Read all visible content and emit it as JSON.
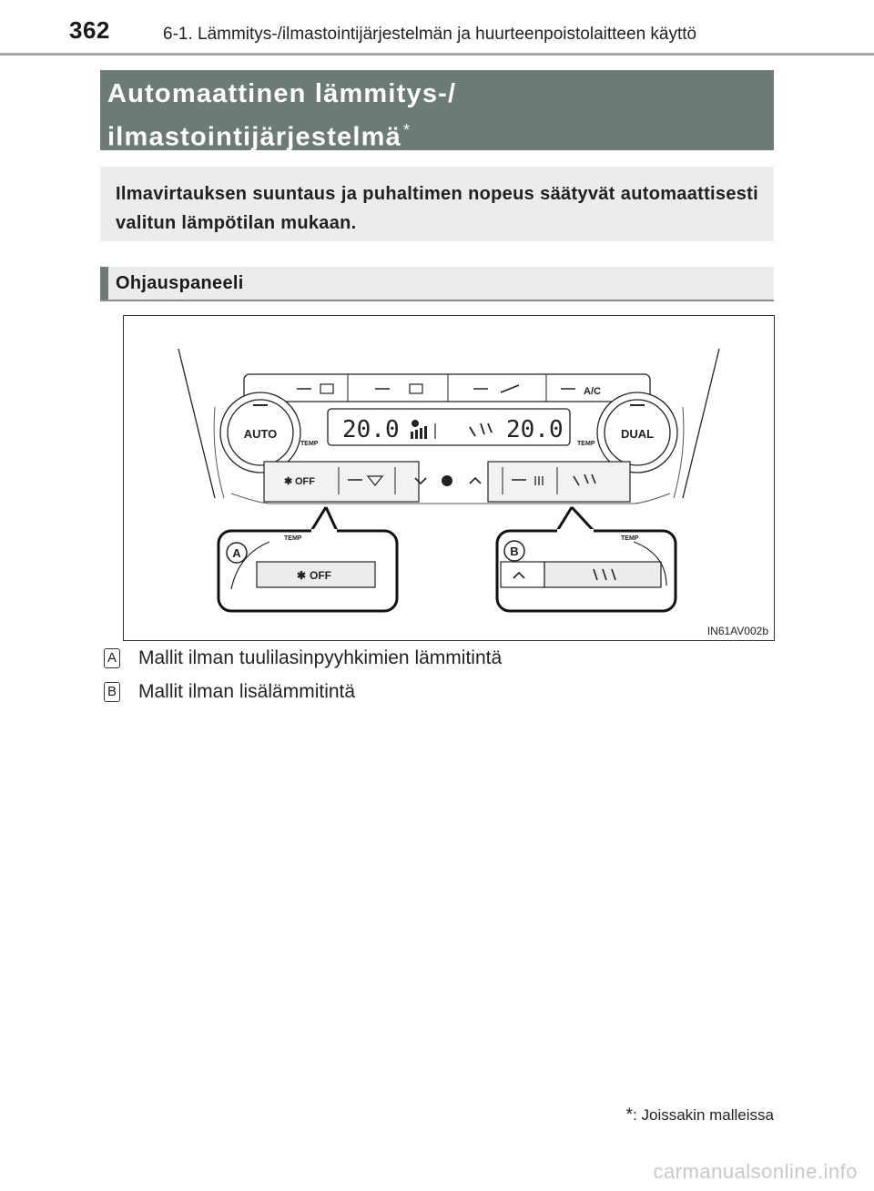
{
  "header": {
    "page_number": "362",
    "running_title": "6-1. Lämmitys-/ilmastointijärjestelmän ja huurteenpoistolaitteen käyttö"
  },
  "title": {
    "line1": "Automaattinen lämmitys-/",
    "line2": "ilmastointijärjestelmä",
    "star": "*"
  },
  "intro": "Ilmavirtauksen suuntaus ja puhaltimen nopeus säätyvät automaattisesti valitun lämpötilan mukaan.",
  "section": {
    "label": "Ohjauspaneeli"
  },
  "figure": {
    "code": "IN61AV002b",
    "auto_label": "AUTO",
    "dual_label": "DUAL",
    "temp_label": "TEMP",
    "ac_label": "A/C",
    "off_label": "OFF",
    "display_left": "20.0",
    "display_right": "20.0",
    "callout_a": "A",
    "callout_b": "B"
  },
  "legend": [
    {
      "badge": "A",
      "text": "Mallit ilman tuulilasinpyyhkimien lämmitintä"
    },
    {
      "badge": "B",
      "text": "Mallit ilman lisälämmitintä"
    }
  ],
  "footnote": {
    "star": "*",
    "text": ": Joissakin malleissa"
  },
  "watermark": "carmanualsonline.info"
}
